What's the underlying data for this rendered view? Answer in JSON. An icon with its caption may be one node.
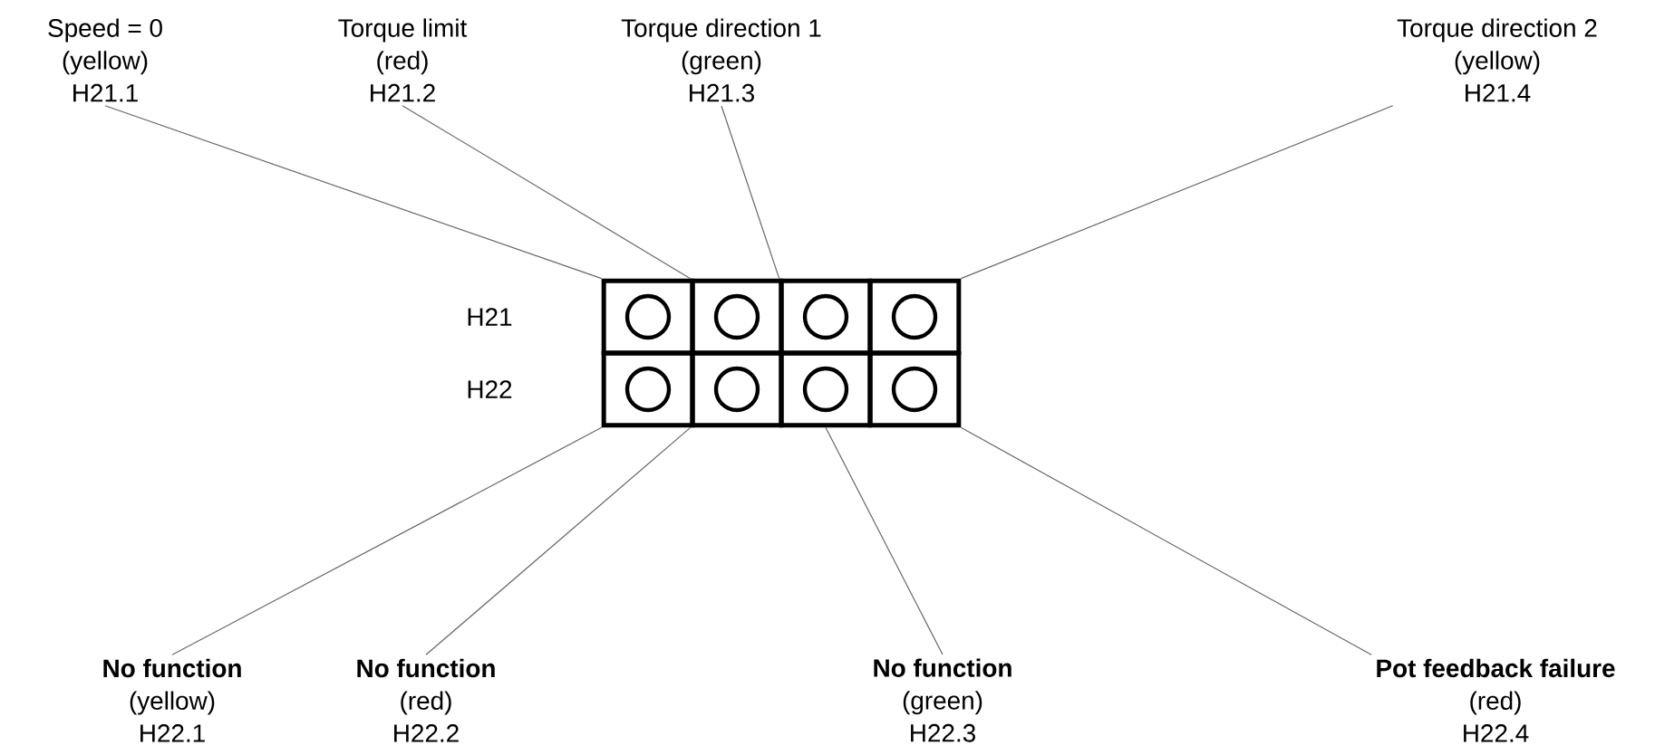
{
  "diagram": {
    "nodes": [
      {
        "text": [
          "Speed = 0",
          "(yellow)",
          "H21.1"
        ]
      },
      {
        "text": [
          "Torque limit",
          "(red)",
          "H21.2"
        ]
      },
      {
        "text": [
          "Torque direction 1",
          "(green)",
          "H21.3"
        ]
      },
      {
        "text": [
          "Torque direction 2",
          "(yellow)",
          "H21.4"
        ]
      },
      {
        "text": [],
        "shape": "box"
      },
      {
        "text": [],
        "shape": "box"
      },
      {
        "text": [],
        "shape": "box"
      },
      {
        "text": [],
        "shape": "box"
      },
      {
        "text": [],
        "shape": "box"
      },
      {
        "text": [],
        "shape": "box"
      },
      {
        "text": [],
        "shape": "box"
      },
      {
        "text": [],
        "shape": "box"
      },
      {
        "text": [
          "No function",
          "(yellow)",
          "H22.1"
        ]
      },
      {
        "text": [
          "No function",
          "(red)",
          "H22.2"
        ]
      },
      {
        "text": [
          "No function",
          "(green)",
          "H22.3"
        ]
      },
      {
        "text": [
          "Pot feedback failure",
          "(red)",
          "H22.4"
        ]
      }
    ],
    "edges": [
      {
        "from": 0,
        "to": 4,
        "arrow": "none"
      },
      {
        "from": 1,
        "to": 5,
        "arrow": "none"
      },
      {
        "from": 2,
        "to": 6,
        "arrow": "none"
      },
      {
        "from": 3,
        "to": 7,
        "arrow": "none"
      },
      {
        "from": 12,
        "to": 8,
        "arrow": "none"
      },
      {
        "from": 13,
        "to": 9,
        "arrow": "none"
      },
      {
        "from": 14,
        "to": 10,
        "arrow": "none"
      },
      {
        "from": 15,
        "to": 11,
        "arrow": "none"
      }
    ],
    "labels": [
      "H21",
      "H22"
    ]
  }
}
